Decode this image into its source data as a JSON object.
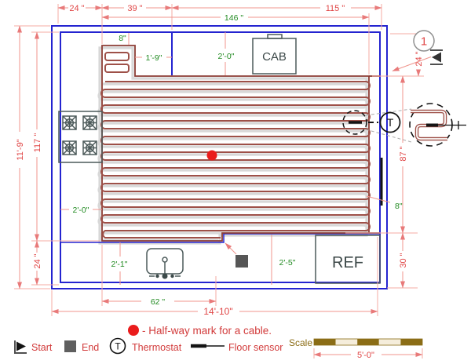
{
  "labels": {
    "cab": "CAB",
    "ref": "REF",
    "detail_marker": "1",
    "thermostat_symbol": "T",
    "thermostat_symbol_legend": "T"
  },
  "dimensions": {
    "top": {
      "d24": "24 \"",
      "d39": "39 \"",
      "d115": "115 \"",
      "d146": "146 \""
    },
    "left": {
      "d11_9": "11'-9\"",
      "d117": "117 \"",
      "d24": "24 \""
    },
    "right": {
      "d24": "24 \"",
      "d87": "87 \"",
      "d30": "30 \"",
      "d8": "8\""
    },
    "bottom": {
      "d62": "62 \"",
      "d14_10": "14'-10\""
    },
    "interior": {
      "d8": "8\"",
      "d1_9": "1'-9\"",
      "d2_0_top": "2'-0\"",
      "d2_0_left": "2'-0\"",
      "d2_1": "2'-1\"",
      "d2_5": "2'-5\""
    }
  },
  "legend": {
    "halfway_label": "- Half-way mark for a cable.",
    "start_label": "Start",
    "end_label": "End",
    "thermostat_label": "Thermostat",
    "floor_sensor_label": "Floor sensor",
    "scale_label": "Scale",
    "scale_value": "5'-0\""
  },
  "colors": {
    "wall_blue": "#2424d0",
    "cable_red": "#9e5048",
    "dimension_red": "#e04545",
    "annotation_green": "#218a21",
    "scale_brown": "#8b6d16"
  }
}
